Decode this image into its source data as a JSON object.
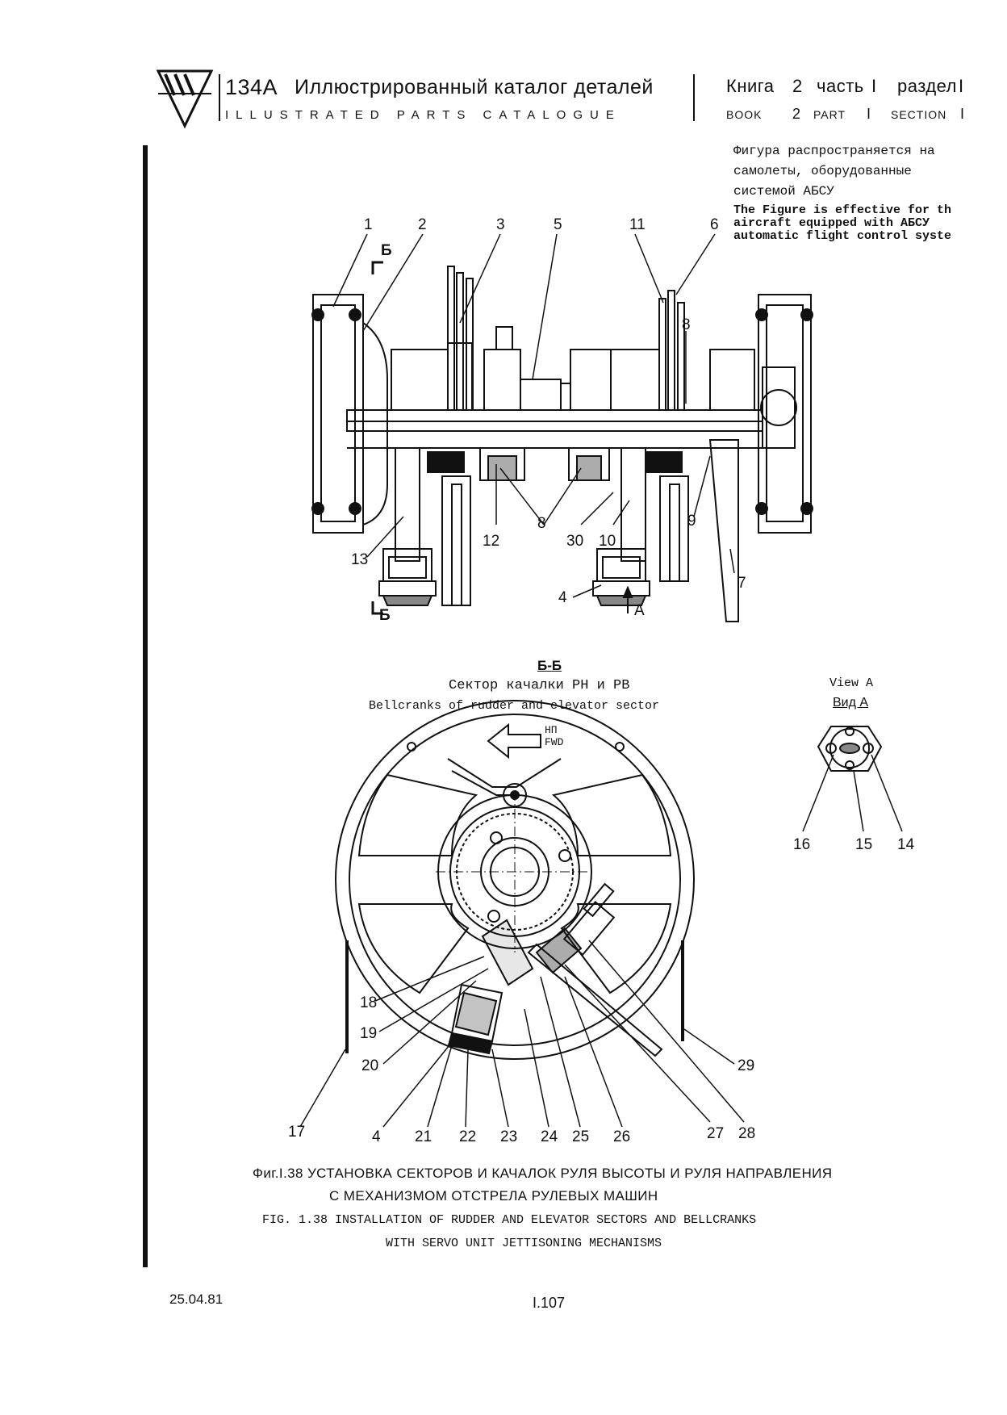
{
  "header": {
    "model": "134А",
    "title_ru": "Иллюстрированный  каталог деталей",
    "title_en": "ILLUSTRATED PARTS CATALOGUE",
    "book_ru": "Книга",
    "book_ru_num": "2",
    "part_ru": "часть",
    "part_ru_num": "I",
    "section_ru": "раздел",
    "section_ru_num": "I",
    "book_en": "BOOK",
    "book_en_num": "2",
    "part_en": "PART",
    "part_en_num": "I",
    "section_en": "SECTION",
    "section_en_num": "I"
  },
  "applicability": {
    "ru": [
      "Фигура распространяется на",
      "самолеты, оборудованные",
      "системой АБСУ"
    ],
    "en": [
      "The Figure is effective for th",
      "aircraft equipped with АБСУ",
      "automatic flight control syste"
    ]
  },
  "top_view": {
    "section_mark": "Б",
    "view_arrow": "А",
    "labels": [
      "1",
      "2",
      "3",
      "5",
      "11",
      "6",
      "8",
      "12",
      "13",
      "8",
      "30",
      "10",
      "9",
      "7",
      "4"
    ]
  },
  "section_view": {
    "title": "Б-Б",
    "subtitle_ru": "Сектор качалки РН и РВ",
    "subtitle_en": "Bellcranks of rudder and elevator sector",
    "fwd_ru": "НП",
    "fwd_en": "FWD",
    "labels": [
      "18",
      "19",
      "20",
      "17",
      "4",
      "21",
      "22",
      "23",
      "24",
      "25",
      "26",
      "27",
      "28",
      "29"
    ]
  },
  "view_a": {
    "title_en": "View A",
    "title_ru": "Вид А",
    "labels": [
      "16",
      "15",
      "14"
    ]
  },
  "caption": {
    "ru_line1": "Фиг.I.38 УСТАНОВКА СЕКТОРОВ И КАЧАЛОК РУЛЯ ВЫСОТЫ И РУЛЯ НАПРАВЛЕНИЯ",
    "ru_line2": "С МЕХАНИЗМОМ ОТСТРЕЛА РУЛЕВЫХ МАШИН",
    "en_line1": "FIG. 1.38 INSTALLATION OF RUDDER AND ELEVATOR SECTORS AND BELLCRANKS",
    "en_line2": "WITH SERVO UNIT JETTISONING MECHANISMS"
  },
  "footer": {
    "date": "25.04.81",
    "page": "I.107"
  }
}
